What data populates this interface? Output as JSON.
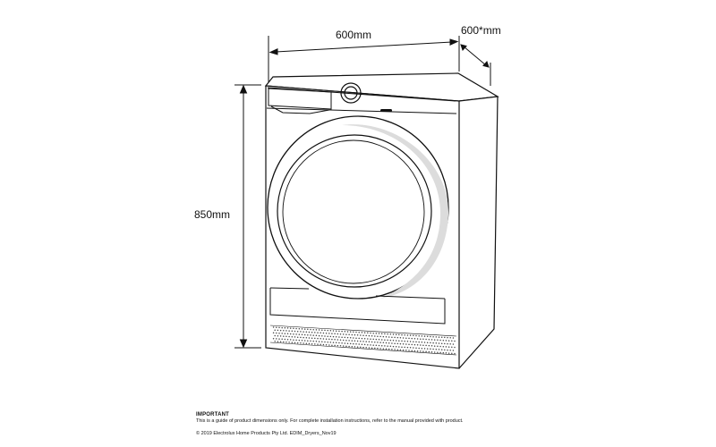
{
  "dimensions": {
    "width": "600mm",
    "depth": "600*mm",
    "height": "850mm"
  },
  "notes": {
    "heading": "IMPORTANT",
    "body": "This is a guide of product dimensions only. For complete installation instructions, refer to the manual provided with product.",
    "copyright": "© 2019 Electrolux Home Products Pty Ltd. EDIM_Dryers_Nov19"
  }
}
